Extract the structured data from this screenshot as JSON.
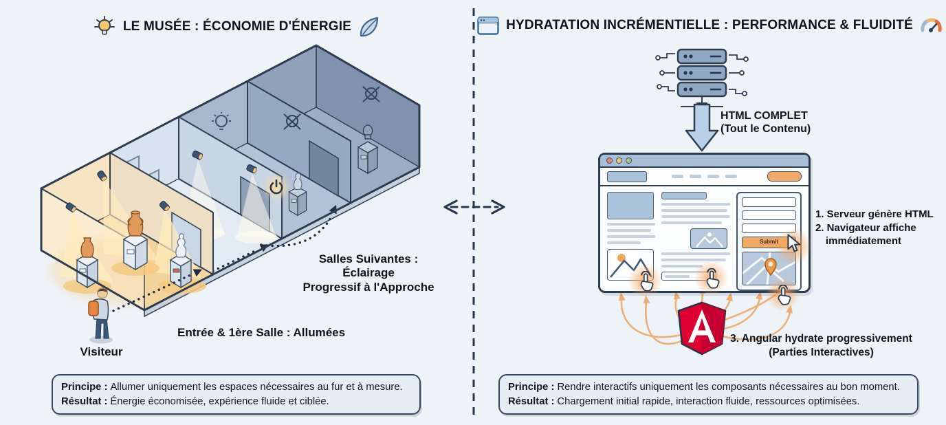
{
  "left": {
    "title": "LE MUSÉE : ÉCONOMIE D'ÉNERGIE",
    "labels": {
      "next_rooms_1": "Salles Suivantes : Éclairage",
      "next_rooms_2": "Progressif à l'Approche",
      "entrance": "Entrée & 1ère Salle : Allumées",
      "visitor": "Visiteur"
    },
    "box": {
      "principle_label": "Principe :",
      "principle": "Allumer uniquement les espaces nécessaires au fur et à mesure.",
      "result_label": "Résultat :",
      "result": "Énergie économisée, expérience fluide et ciblée."
    }
  },
  "right": {
    "title": "HYDRATATION INCRÉMENTIELLE : PERFORMANCE & FLUIDITÉ",
    "server_flow": {
      "line1": "HTML COMPLET",
      "line2": "(Tout le Contenu)"
    },
    "steps": {
      "s1": "1. Serveur génère HTML",
      "s2": "2. Navigateur affiche",
      "s2b": "immédiatement",
      "s3": "3. Angular hydrate progressivement",
      "s3b": "(Parties Interactives)"
    },
    "browser": {
      "submit_label": "Submit"
    },
    "box": {
      "principle_label": "Principe :",
      "principle": "Rendre interactifs uniquement les composants nécessaires au bon moment.",
      "result_label": "Résultat :",
      "result": "Chargement initial rapide, interaction fluide, ressources optimisées."
    }
  },
  "icons": {
    "left_title_leading": "lightbulb-icon",
    "left_title_trailing": "leaf-icon",
    "right_title_leading": "browser-window-icon",
    "right_title_trailing": "speedometer-icon",
    "framework_logo": "angular-logo"
  },
  "colors": {
    "background": "#eef3f7",
    "ink": "#0e141f",
    "outline_navy": "#2e3c50",
    "accent_orange": "#f0a966",
    "angular_red": "#dd0031",
    "lit_room": "#f2d6a4",
    "dark_room": "#8da0ba"
  }
}
